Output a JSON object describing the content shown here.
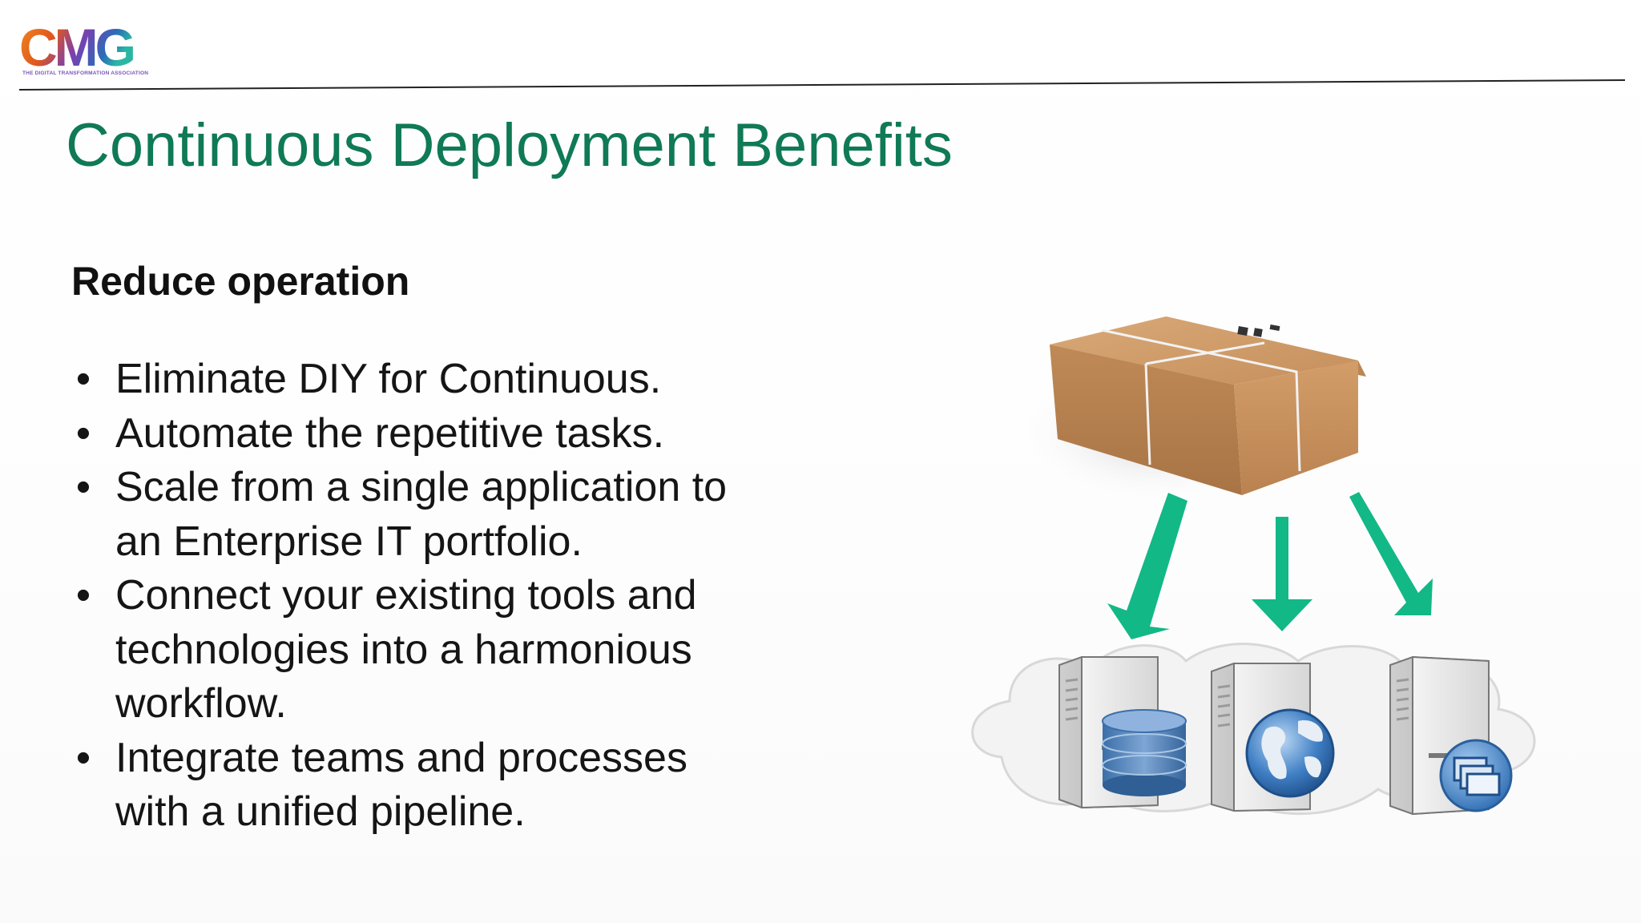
{
  "logo": {
    "text": "CMG",
    "tagline": "THE DIGITAL TRANSFORMATION ASSOCIATION"
  },
  "slide": {
    "title": "Continuous Deployment Benefits",
    "subtitle": "Reduce operation",
    "bullets": [
      {
        "lines": [
          "Eliminate DIY for Continuous."
        ]
      },
      {
        "lines": [
          "Automate the repetitive tasks."
        ]
      },
      {
        "lines": [
          "Scale from a single application to",
          "an Enterprise IT portfolio."
        ]
      },
      {
        "lines": [
          "Connect your existing tools and",
          "technologies  into a harmonious",
          "workflow."
        ]
      },
      {
        "lines": [
          "Integrate teams and processes",
          "with a unified pipeline."
        ]
      }
    ]
  },
  "illustration": {
    "icons": [
      "package-box-icon",
      "database-server-icon",
      "web-server-icon",
      "application-server-icon",
      "cloud-icon"
    ],
    "colors": {
      "arrow": "#12b886",
      "box": "#c9925c",
      "title": "#0f7a55"
    }
  }
}
